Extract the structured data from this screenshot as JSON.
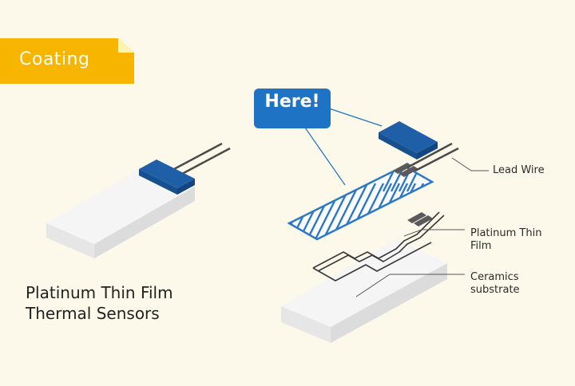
{
  "badge": {
    "text": "Coating",
    "color": "#f7b500"
  },
  "callout": {
    "text": "Here!",
    "color": "#1f73c4"
  },
  "product": {
    "title_line1": "Platinum Thin Film",
    "title_line2": "Thermal Sensors"
  },
  "labels": {
    "lead_wire": "Lead Wire",
    "platinum_line1": "Platinum Thin",
    "platinum_line2": "Film",
    "ceramics_line1": "Ceramics",
    "ceramics_line2": "substrate"
  },
  "colors": {
    "background": "#fcf9ea",
    "substrate_top": "#f4f4f4",
    "substrate_side": "#e2e2e2",
    "cap_blue": "#1f5fa8",
    "coating_blue": "#2b78c9",
    "wire": "#4a4a4a",
    "leader": "#555555"
  }
}
